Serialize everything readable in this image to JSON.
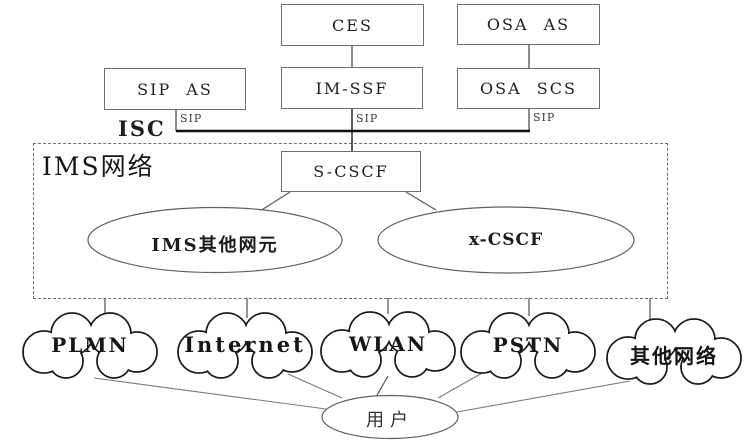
{
  "diagram": {
    "boxes": {
      "ces": "CES",
      "osa_as": "OSA AS",
      "sip_as": "SIP AS",
      "im_ssf": "IM-SSF",
      "osa_scs": "OSA SCS",
      "s_cscf": "S-CSCF"
    },
    "labels": {
      "isc": "ISC",
      "sip_1": "SIP",
      "sip_2": "SIP",
      "sip_3": "SIP",
      "ims_network": "IMS网络"
    },
    "ellipses": {
      "ims_other": "IMS其他网元",
      "x_cscf": "x-CSCF",
      "user": "用户"
    },
    "clouds": {
      "plmn": "PLMN",
      "internet": "Internet",
      "wlan": "WLAN",
      "pstn": "PSTN",
      "other_network": "其他网络"
    },
    "colors": {
      "line": "#5a5a5a",
      "bus": "#111111",
      "cloud_stroke": "#1a1a1a",
      "box_border": "#6e6e6e",
      "text": "#1f1f1f"
    }
  }
}
